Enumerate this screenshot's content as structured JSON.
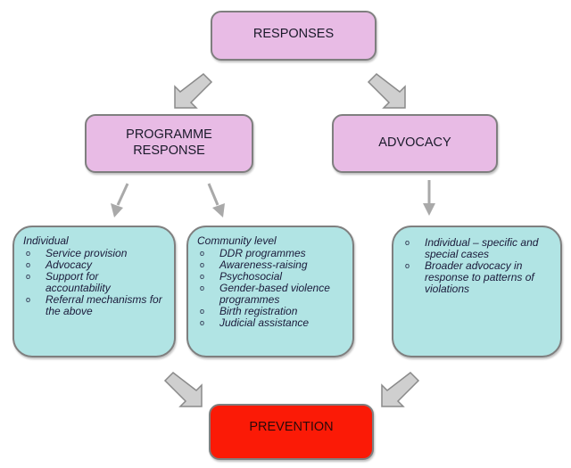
{
  "nodes": {
    "responses": "RESPONSES",
    "programme_response": [
      "PROGRAMME",
      "RESPONSE"
    ],
    "advocacy": "ADVOCACY",
    "prevention": "PREVENTION"
  },
  "individual_box": {
    "heading": "Individual",
    "items": [
      "Service provision",
      "Advocacy",
      "Support for accountability",
      "Referral mechanisms for the above"
    ]
  },
  "community_box": {
    "heading": "Community level",
    "items": [
      "DDR programmes",
      "Awareness-raising",
      "Psychosocial",
      "Gender-based violence programmes",
      "Birth registration",
      "Judicial assistance"
    ]
  },
  "advocacy_box": {
    "items": [
      "Individual – specific and special cases",
      "Broader advocacy in response to patterns of violations"
    ]
  },
  "bullet": "o",
  "colors": {
    "node_pink": "#e8bbe5",
    "detail_cyan": "#b1e4e4",
    "prevention_red": "#fb1a06",
    "arrow_gray": "#c8c8c8"
  }
}
